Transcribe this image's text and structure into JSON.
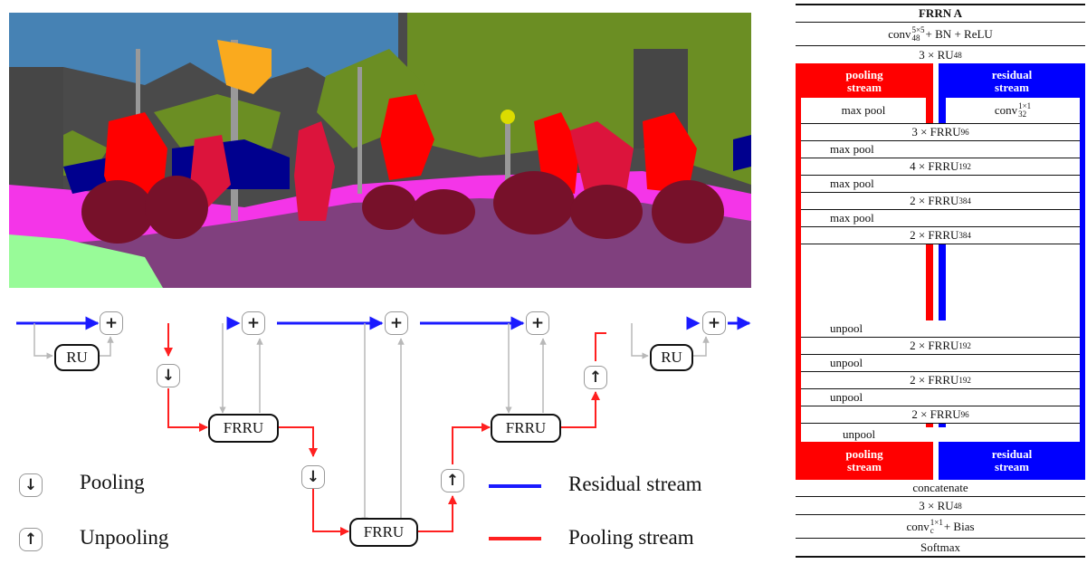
{
  "diagram": {
    "ru_label": "RU",
    "frru_label": "FRRU",
    "plus_symbol": "+",
    "down_symbol": "↓",
    "up_symbol": "↑",
    "legend": {
      "pooling": "Pooling",
      "unpooling": "Unpooling",
      "residual_stream": "Residual stream",
      "pooling_stream": "Pooling stream"
    },
    "colors": {
      "residual": "#1a1aff",
      "pooling": "#ff2020",
      "skip": "#b8b8b8"
    }
  },
  "architecture": {
    "title": "FRRN A",
    "conv_in": {
      "base": "conv",
      "sup": "5×5",
      "sub": "48",
      "rest": " + BN + ReLU"
    },
    "ru_in": {
      "base": "3 × RU",
      "sub": "48"
    },
    "pooling_stream_label": [
      "pooling",
      "stream"
    ],
    "residual_stream_label": [
      "residual",
      "stream"
    ],
    "conv_res": {
      "base": "conv",
      "sup": "1×1",
      "sub": "32"
    },
    "first_pool": "max pool",
    "encoder": [
      {
        "pool": "",
        "block": "3 × FRRU",
        "sub": "96"
      },
      {
        "pool": "max pool",
        "block": "4 × FRRU",
        "sub": "192"
      },
      {
        "pool": "max pool",
        "block": "2 × FRRU",
        "sub": "384"
      },
      {
        "pool": "max pool",
        "block": "2 × FRRU",
        "sub": "384"
      }
    ],
    "decoder": [
      {
        "pool": "unpool",
        "block": "2 × FRRU",
        "sub": "192"
      },
      {
        "pool": "unpool",
        "block": "2 × FRRU",
        "sub": "192"
      },
      {
        "pool": "unpool",
        "block": "2 × FRRU",
        "sub": "96"
      }
    ],
    "last_unpool": "unpool",
    "concatenate": "concatenate",
    "ru_out": {
      "base": "3 × RU",
      "sub": "48"
    },
    "conv_out": {
      "base": "conv",
      "sup": "1×1",
      "sub": "c",
      "rest": " + Bias"
    },
    "softmax": "Softmax",
    "colors": {
      "pooling": "#ff0000",
      "residual": "#0000ff"
    }
  }
}
